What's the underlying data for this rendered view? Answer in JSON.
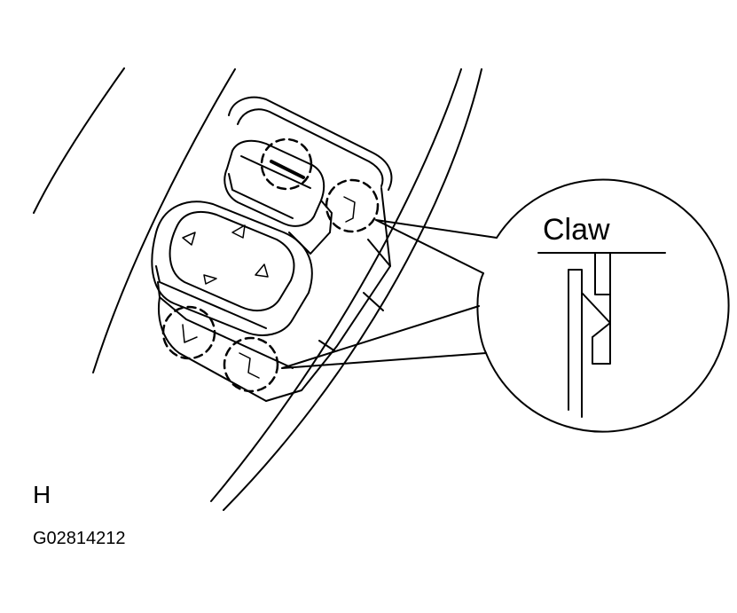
{
  "labels": {
    "claw": "Claw",
    "view_letter": "H",
    "figure_code": "G02814212"
  },
  "colors": {
    "line": "#000000",
    "background": "#ffffff"
  }
}
